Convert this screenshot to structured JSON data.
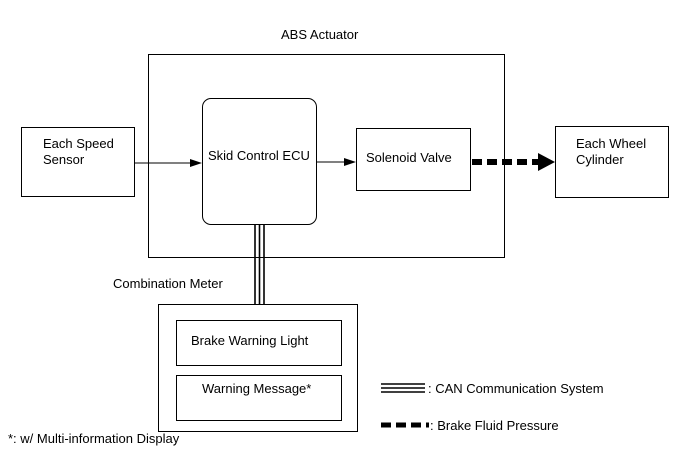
{
  "abs_actuator": {
    "label": "ABS Actuator"
  },
  "each_speed_sensor": {
    "line1": "Each Speed",
    "line2": "Sensor"
  },
  "skid_control_ecu": {
    "label": "Skid Control ECU"
  },
  "solenoid_valve": {
    "label": "Solenoid Valve"
  },
  "each_wheel_cylinder": {
    "line1": "Each Wheel",
    "line2": "Cylinder"
  },
  "combination_meter": {
    "label": "Combination Meter",
    "brake_warning_light": "Brake Warning Light",
    "warning_message": "Warning Message*"
  },
  "legend": {
    "can_communication": ":  CAN Communication System",
    "brake_fluid_pressure": ":  Brake Fluid Pressure"
  },
  "footnote": "*: w/ Multi-information Display"
}
